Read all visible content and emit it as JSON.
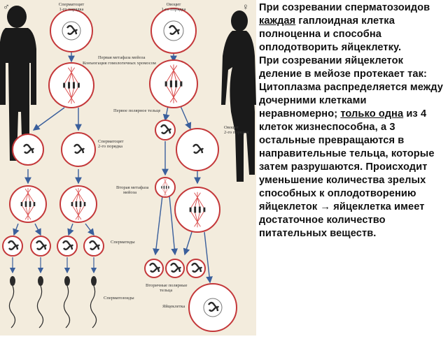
{
  "diagram": {
    "labels": {
      "spermatocyte1": [
        "Сперматоцит",
        "1-го порядка"
      ],
      "oocyte1": [
        "Овоцит",
        "1-го порядка"
      ],
      "metaphase1": [
        "Первая метафаза мейоза",
        "Конъюгация гомологичных хромосом"
      ],
      "polar_body1": "Первое полярное тельце",
      "spermatocyte2": [
        "Сперматоцит",
        "2-го порядка"
      ],
      "oocyte2": [
        "Овоцит",
        "2-го порядка"
      ],
      "metaphase2": [
        "Вторая метафаза",
        "мейоза"
      ],
      "spermatids": "Сперматиды",
      "polar_bodies2": [
        "Вторичные полярные",
        "тельца"
      ],
      "spermatozoa": "Сперматозоиды",
      "egg": "Яйцеклетка"
    },
    "symbols": {
      "male": "♂",
      "female": "♀"
    },
    "colors": {
      "membrane": "#c4383a",
      "spindle": "#d94a4a",
      "chromatin": "#2a2a2a",
      "arrow": "#3a5f9c",
      "silhouette": "#1a1a1a"
    }
  },
  "text": {
    "p1_a": "При созревании сперматозоидов ",
    "p1_u": "каждая",
    "p1_b": " гаплоидная клетка полноценна и способна оплодотворить яйцеклетку.",
    "p2": "При созревании яйцеклеток деление в мейозе протекает так:",
    "p3_a": "Цитоплазма распределяется между дочерними клетками неравномерно; ",
    "p3_u": "только одна",
    "p3_b": " из 4 клеток жизнеспособна, а 3 остальные превращаются в направительные тельца, которые затем разрушаются. Происходит уменьшение количества зрелых способных к оплодотворению яйцеклеток → яйцеклетка имеет достаточное количество питательных веществ."
  }
}
